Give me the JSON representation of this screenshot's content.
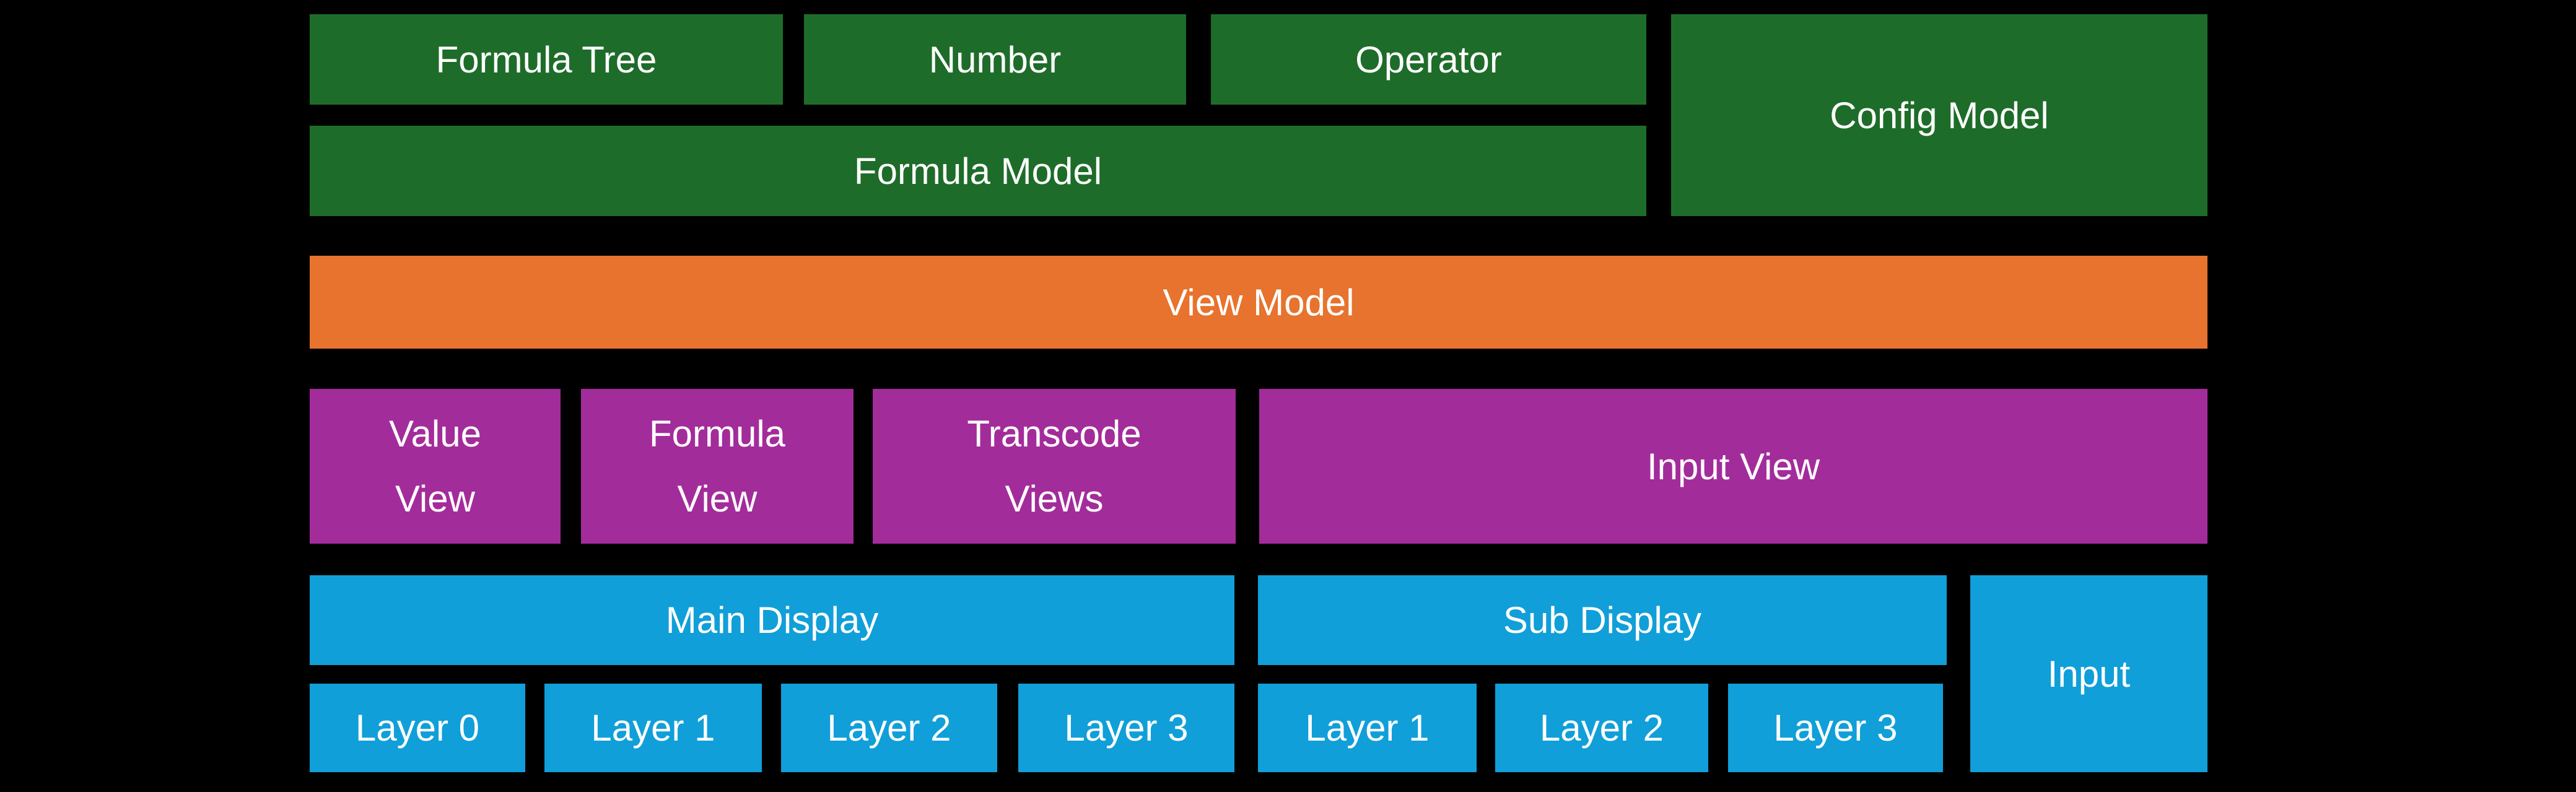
{
  "canvas": {
    "background": "#000000",
    "text_color": "#ffffff"
  },
  "colors": {
    "model_green": "#1e6c29",
    "view_model_orange": "#e7732e",
    "view_purple": "#a32c9b",
    "display_blue": "#109fd8"
  },
  "blocks": {
    "formula_tree": "Formula Tree",
    "number": "Number",
    "operator": "Operator",
    "config_model": "Config Model",
    "formula_model": "Formula Model",
    "view_model": "View Model",
    "value_view": "Value\nView",
    "formula_view": "Formula\nView",
    "transcode_views": "Transcode\nViews",
    "input_view": "Input View",
    "main_display": "Main Display",
    "sub_display": "Sub Display",
    "input": "Input",
    "layer_0": "Layer 0",
    "layer_1": "Layer 1",
    "layer_2": "Layer 2",
    "layer_3": "Layer 3"
  }
}
